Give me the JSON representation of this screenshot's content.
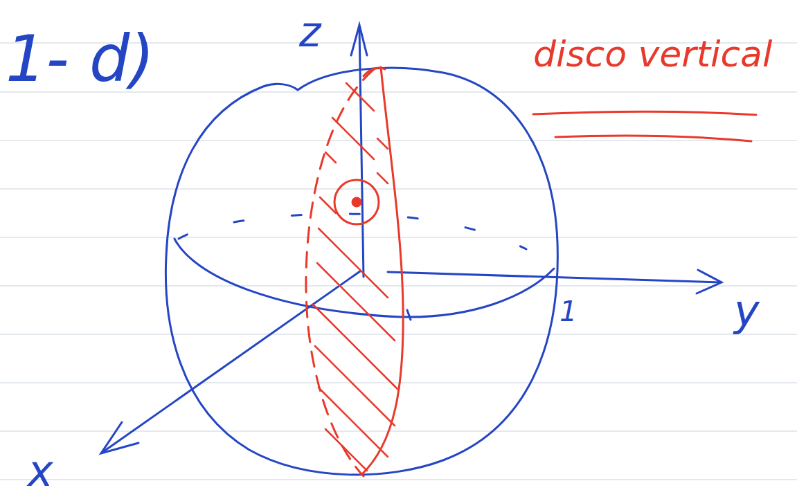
{
  "diagram": {
    "labels": [
      "1- d)",
      "z",
      "disco vertical",
      "y",
      "1",
      "x"
    ]
  }
}
